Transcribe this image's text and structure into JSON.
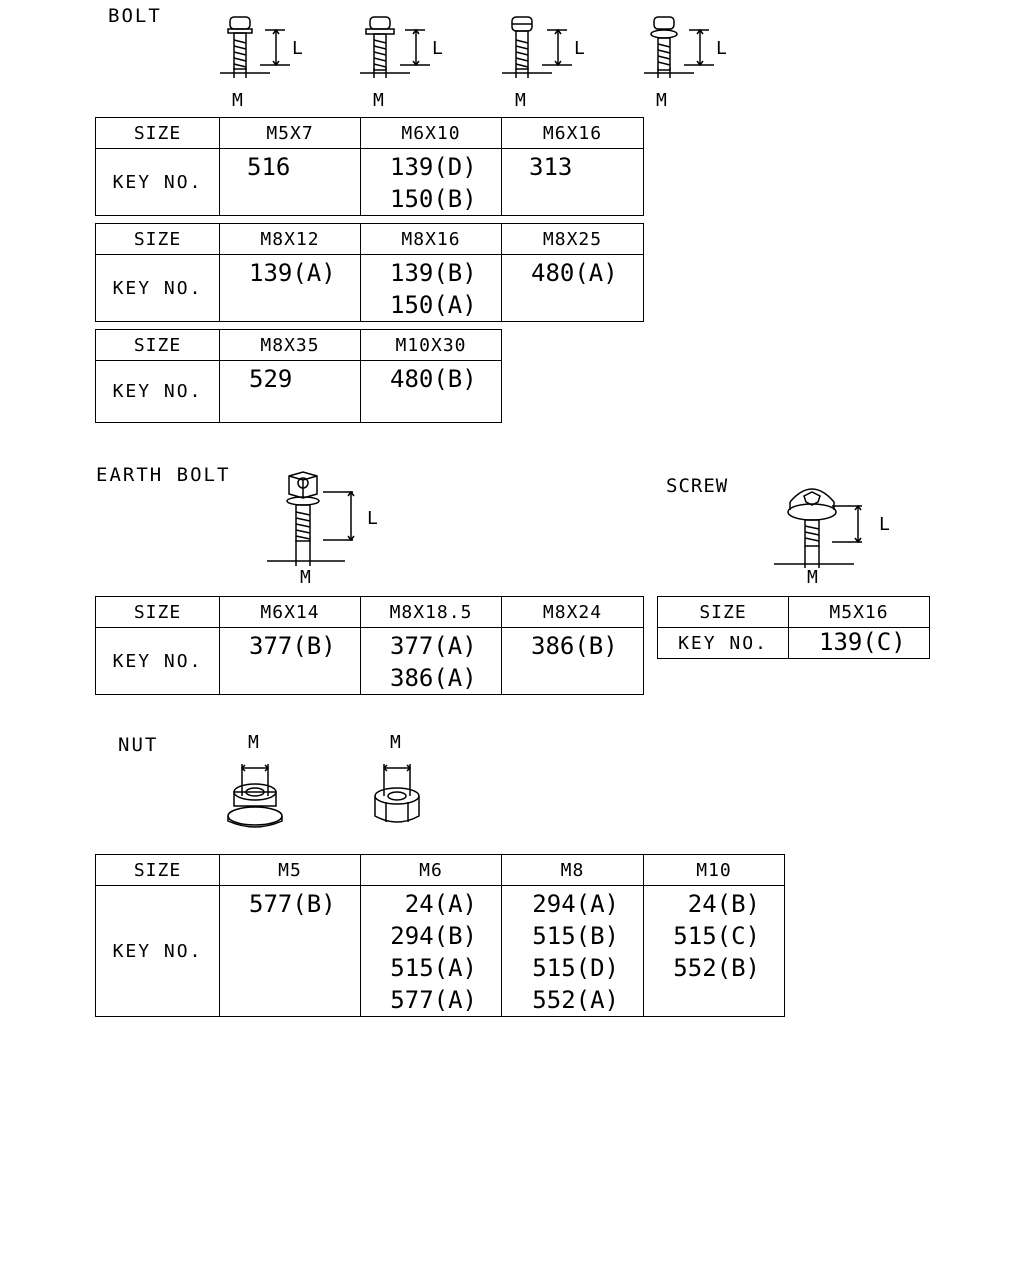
{
  "labels": {
    "bolt": "BOLT",
    "earth_bolt": "EARTH BOLT",
    "screw": "SCREW",
    "nut": "NUT",
    "dim_m": "M",
    "dim_l": "L",
    "size": "SIZE",
    "key_no": "KEY NO."
  },
  "tables": {
    "bolt1": {
      "sizes": [
        "M5X7",
        "M6X10",
        "M6X16"
      ],
      "keys": [
        [
          "516"
        ],
        [
          "139(D)",
          "150(B)"
        ],
        [
          "313"
        ]
      ]
    },
    "bolt2": {
      "sizes": [
        "M8X12",
        "M8X16",
        "M8X25"
      ],
      "keys": [
        [
          "139(A)"
        ],
        [
          "139(B)",
          "150(A)"
        ],
        [
          "480(A)"
        ]
      ]
    },
    "bolt3": {
      "sizes": [
        "M8X35",
        "M10X30"
      ],
      "keys": [
        [
          "529"
        ],
        [
          "480(B)"
        ]
      ]
    },
    "earth": {
      "sizes": [
        "M6X14",
        "M8X18.5",
        "M8X24"
      ],
      "keys": [
        [
          "377(B)"
        ],
        [
          "377(A)",
          "386(A)"
        ],
        [
          "386(B)"
        ]
      ]
    },
    "screw": {
      "sizes": [
        "M5X16"
      ],
      "keys": [
        [
          "139(C)"
        ]
      ]
    },
    "nut": {
      "sizes": [
        "M5",
        "M6",
        "M8",
        "M10"
      ],
      "keys": [
        [
          "577(B)"
        ],
        [
          "24(A)",
          "294(B)",
          "515(A)",
          "577(A)"
        ],
        [
          "294(A)",
          "515(B)",
          "515(D)",
          "552(A)"
        ],
        [
          "24(B)",
          "515(C)",
          "552(B)"
        ]
      ]
    }
  }
}
